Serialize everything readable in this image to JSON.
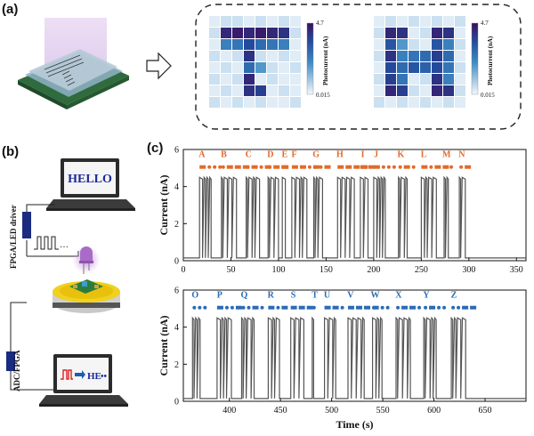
{
  "panel_labels": {
    "a": "(a)",
    "b": "(b)",
    "c": "(c)"
  },
  "panel_a": {
    "colorbar": {
      "max": "4.7",
      "min": "0.015",
      "label": "Photocurrent (nA)"
    },
    "heatmaps": [
      {
        "name": "T",
        "rows": 8,
        "cols": 8,
        "cells": [
          [
            0.05,
            0.1,
            0.1,
            0.05,
            0.1,
            0.05,
            0.1,
            0.05
          ],
          [
            0.1,
            0.9,
            0.95,
            0.9,
            0.95,
            0.9,
            0.85,
            0.1
          ],
          [
            0.05,
            0.5,
            0.55,
            0.75,
            0.6,
            0.55,
            0.5,
            0.05
          ],
          [
            0.1,
            0.05,
            0.1,
            0.85,
            0.1,
            0.05,
            0.1,
            0.05
          ],
          [
            0.05,
            0.1,
            0.05,
            0.6,
            0.4,
            0.1,
            0.05,
            0.1
          ],
          [
            0.1,
            0.05,
            0.1,
            0.9,
            0.05,
            0.1,
            0.05,
            0.05
          ],
          [
            0.05,
            0.1,
            0.05,
            0.85,
            0.8,
            0.05,
            0.1,
            0.05
          ],
          [
            0.1,
            0.05,
            0.1,
            0.05,
            0.1,
            0.05,
            0.05,
            0.1
          ]
        ]
      },
      {
        "name": "H",
        "rows": 8,
        "cols": 8,
        "cells": [
          [
            0.05,
            0.1,
            0.05,
            0.1,
            0.05,
            0.1,
            0.05,
            0.1
          ],
          [
            0.1,
            0.9,
            0.85,
            0.05,
            0.1,
            0.9,
            0.85,
            0.05
          ],
          [
            0.05,
            0.7,
            0.4,
            0.1,
            0.05,
            0.7,
            0.5,
            0.1
          ],
          [
            0.1,
            0.85,
            0.5,
            0.55,
            0.6,
            0.8,
            0.6,
            0.05
          ],
          [
            0.05,
            0.75,
            0.6,
            0.7,
            0.65,
            0.75,
            0.55,
            0.1
          ],
          [
            0.1,
            0.8,
            0.55,
            0.05,
            0.1,
            0.85,
            0.5,
            0.05
          ],
          [
            0.05,
            0.9,
            0.8,
            0.1,
            0.05,
            0.9,
            0.85,
            0.1
          ],
          [
            0.1,
            0.05,
            0.1,
            0.05,
            0.1,
            0.05,
            0.1,
            0.05
          ]
        ]
      }
    ]
  },
  "panel_b": {
    "laptop_top_text": "HELLO",
    "driver_label": "FPGA/LED driver",
    "adc_label": "ADC/FPGA",
    "laptop_bottom_text": "HE"
  },
  "chart_data": [
    {
      "type": "line",
      "xlabel": "",
      "ylabel": "Current (nA)",
      "xlim": [
        0,
        360
      ],
      "ylim": [
        0,
        6
      ],
      "xticks": [
        0,
        50,
        100,
        150,
        200,
        250,
        300,
        350
      ],
      "yticks": [
        0,
        2,
        4,
        6
      ],
      "letters": [
        {
          "ch": "A",
          "start": 17,
          "code": "1000"
        },
        {
          "ch": "B",
          "start": 40,
          "code": "0111"
        },
        {
          "ch": "C",
          "start": 66,
          "code": "0101"
        },
        {
          "ch": "D",
          "start": 89,
          "code": "011"
        },
        {
          "ch": "E",
          "start": 104,
          "code": "1"
        },
        {
          "ch": "F",
          "start": 114,
          "code": "1101"
        },
        {
          "ch": "G",
          "start": 137,
          "code": "001"
        },
        {
          "ch": "H",
          "start": 162,
          "code": "1111"
        },
        {
          "ch": "I",
          "start": 186,
          "code": "11"
        },
        {
          "ch": "J",
          "start": 200,
          "code": "1000"
        },
        {
          "ch": "K",
          "start": 226,
          "code": "010"
        },
        {
          "ch": "L",
          "start": 250,
          "code": "1011"
        },
        {
          "ch": "M",
          "start": 274,
          "code": "00"
        },
        {
          "ch": "N",
          "start": 290,
          "code": "01"
        }
      ],
      "letter_color": "#e06a2c",
      "sequence_end": 350
    },
    {
      "type": "line",
      "xlabel": "Time (s)",
      "ylabel": "Current (nA)",
      "xlim": [
        355,
        690
      ],
      "ylim": [
        0,
        6
      ],
      "xticks": [
        400,
        450,
        500,
        550,
        600,
        650
      ],
      "yticks": [
        0,
        2,
        4,
        6
      ],
      "letters": [
        {
          "ch": "O",
          "start": 364,
          "code": "000"
        },
        {
          "ch": "P",
          "start": 388,
          "code": "1001"
        },
        {
          "ch": "Q",
          "start": 412,
          "code": "0010"
        },
        {
          "ch": "R",
          "start": 438,
          "code": "101"
        },
        {
          "ch": "S",
          "start": 460,
          "code": "111"
        },
        {
          "ch": "T",
          "start": 481,
          "code": "0"
        },
        {
          "ch": "U",
          "start": 493,
          "code": "110"
        },
        {
          "ch": "V",
          "start": 516,
          "code": "1110"
        },
        {
          "ch": "W",
          "start": 540,
          "code": "100"
        },
        {
          "ch": "X",
          "start": 563,
          "code": "0110"
        },
        {
          "ch": "Y",
          "start": 590,
          "code": "0100"
        },
        {
          "ch": "Z",
          "start": 617,
          "code": "0011"
        }
      ],
      "letter_color": "#2a6bb5",
      "sequence_end": 680
    }
  ]
}
